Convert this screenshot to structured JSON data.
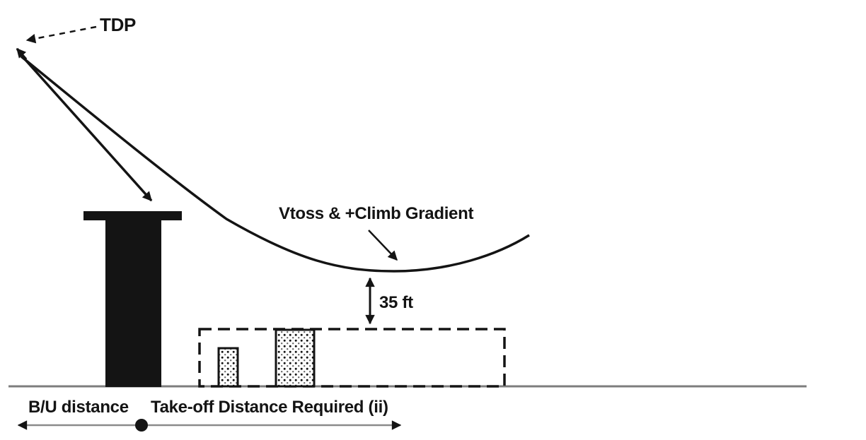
{
  "diagram": {
    "labels": {
      "tdp": "TDP",
      "vtoss_climb_gradient": "Vtoss & +Climb Gradient",
      "clearance_height": "35 ft",
      "backup_distance": "B/U distance",
      "takeoff_distance_required": "Take-off Distance Required (ii)"
    },
    "colors": {
      "ink": "#141414",
      "ground_line": "#7d7d7d",
      "measure_line": "#8a8a8a",
      "background": "#ffffff"
    }
  }
}
